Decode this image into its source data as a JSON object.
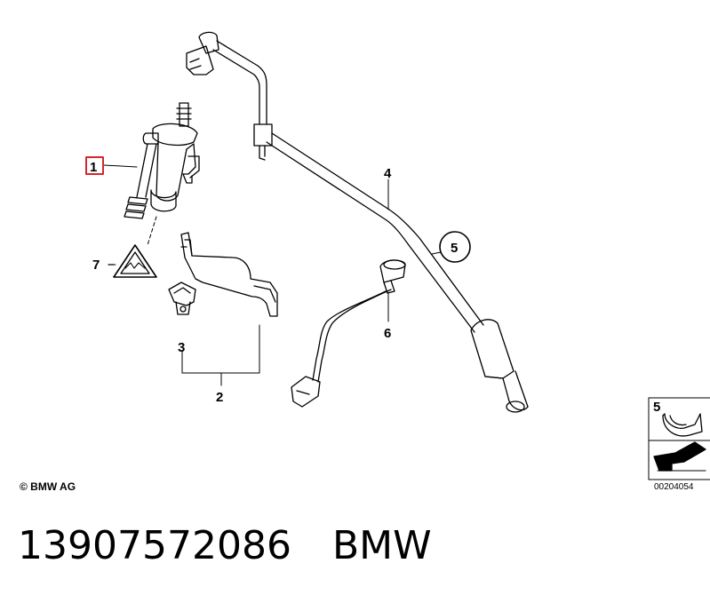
{
  "callouts": {
    "c1": "1",
    "c2": "2",
    "c3": "3",
    "c4": "4",
    "c5": "5",
    "c6": "6",
    "c7": "7"
  },
  "inset": {
    "label": "5"
  },
  "copyright": "© BMW AG",
  "diagram_code": "00204054",
  "part_number": "13907572086",
  "brand": "BMW",
  "colors": {
    "highlight_box": "#d9262c",
    "line": "#000000"
  }
}
